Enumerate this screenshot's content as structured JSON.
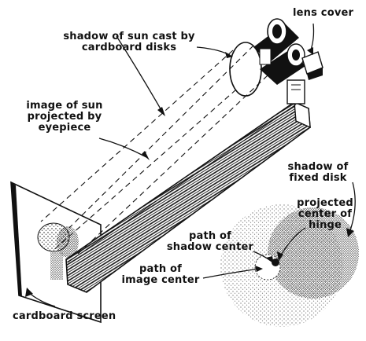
{
  "labels": {
    "lens_cover": "lens cover",
    "shadow_sun_1": "shadow of sun cast by",
    "shadow_sun_2": "cardboard disks",
    "image_sun_1": "image of sun",
    "image_sun_2": "projected by",
    "image_sun_3": "eyepiece",
    "shadow_fixed_1": "shadow of",
    "shadow_fixed_2": "fixed disk",
    "proj_center_1": "projected",
    "proj_center_2": "center of",
    "proj_center_3": "hinge",
    "path_shadow_1": "path of",
    "path_shadow_2": "shadow center",
    "path_image_1": "path of",
    "path_image_2": "image center",
    "cardboard_screen": "cardboard screen"
  },
  "colors": {
    "ink": "#111111",
    "paper": "#ffffff"
  }
}
